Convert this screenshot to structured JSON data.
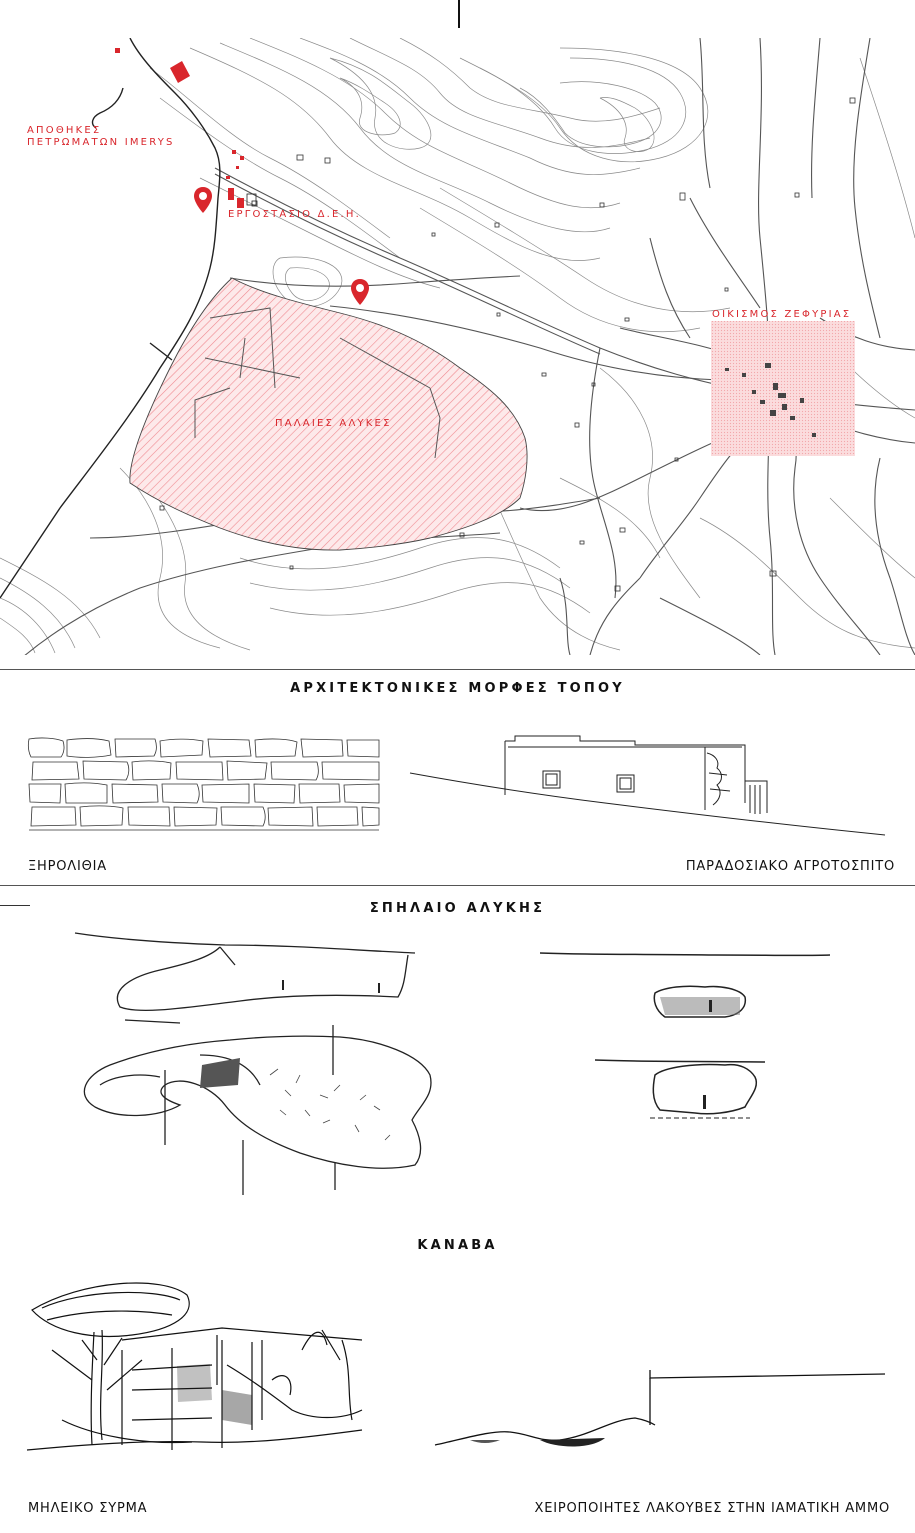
{
  "map": {
    "labels": {
      "imerys_warehouses": "ΑΠΟΘΗΚΕΣ\nΠΕΤΡΩΜΑΤΩΝ IMERYS",
      "dei_factory": "ΕΡΓΟΣΤΑΣΙΟ Δ.Ε.Η.",
      "zefyria_settlement": "ΟΙΚΙΣΜΟΣ ΖΕΦΥΡΙΑΣ",
      "old_salt_pans": "ΠΑΛΑΙΕΣ ΑΛΥΚΕΣ"
    },
    "marker_icon": "map-pin-icon",
    "accent_color": "#d9262c",
    "hatch_color": "#f2b8bb"
  },
  "sections": {
    "architectural_forms": {
      "title": "ΑΡΧΙΤΕΚΤΟΝΙΚΕΣ ΜΟΡΦΕΣ ΤΟΠΟΥ",
      "left_caption": "ΞΗΡΟΛΙΘΙΑ",
      "right_caption": "ΠΑΡΑΔΟΣΙΑΚΟ ΑΓΡΟΤΟΣΠΙΤΟ"
    },
    "salt_cave": {
      "title": "ΣΠΗΛΑΙΟ ΑΛΥΚΗΣ"
    },
    "kanava": {
      "title": "ΚΑΝΑΒΑ",
      "left_caption": "ΜΗΛΕΙΚΟ ΣΥΡΜΑ",
      "right_caption": "ΧΕΙΡΟΠΟΙΗΤΕΣ ΛΑΚΟΥΒΕΣ ΣΤΗΝ ΙΑΜΑΤΙΚΗ ΑΜΜΟ"
    }
  }
}
